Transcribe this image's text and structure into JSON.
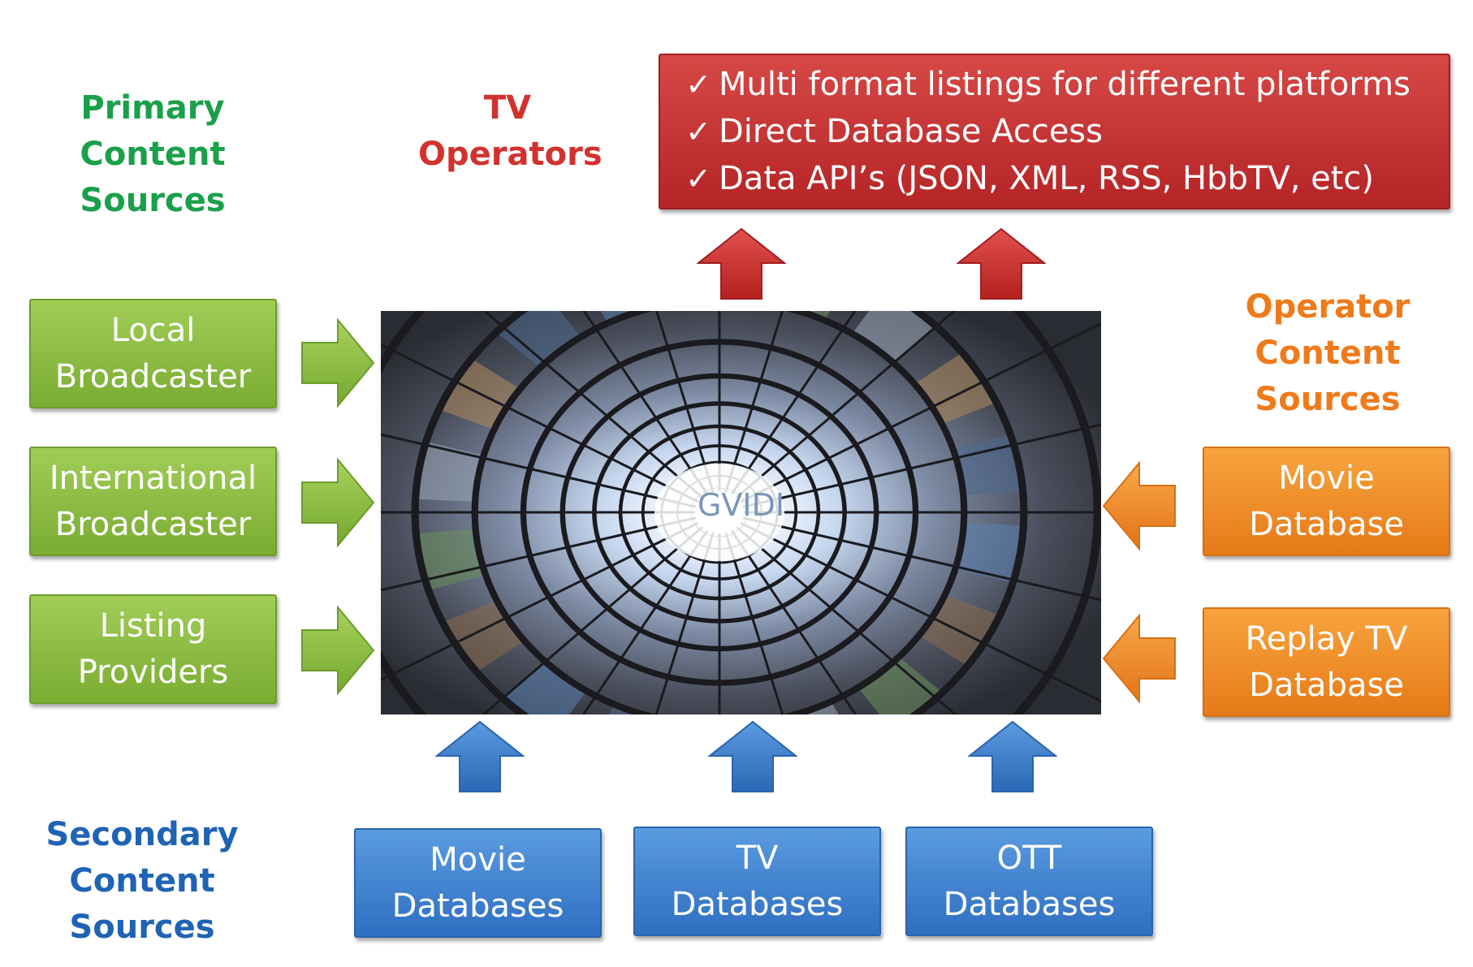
{
  "headings": {
    "primary": [
      "Primary",
      "Content",
      "Sources"
    ],
    "tv_operators": [
      "TV",
      "Operators"
    ],
    "operator_sources": [
      "Operator",
      "Content",
      "Sources"
    ],
    "secondary": [
      "Secondary",
      "Content",
      "Sources"
    ]
  },
  "output_box": {
    "items": [
      "Multi format listings for different platforms",
      "Direct Database Access",
      "Data API’s (JSON, XML, RSS, HbbTV, etc)"
    ]
  },
  "primary_boxes": [
    [
      "Local",
      "Broadcaster"
    ],
    [
      "International",
      "Broadcaster"
    ],
    [
      "Listing",
      "Providers"
    ]
  ],
  "operator_boxes": [
    [
      "Movie",
      "Database"
    ],
    [
      "Replay TV",
      "Database"
    ]
  ],
  "secondary_boxes": [
    [
      "Movie",
      "Databases"
    ],
    [
      "TV",
      "Databases"
    ],
    [
      "OTT",
      "Databases"
    ]
  ],
  "center": {
    "label": "GVIDI"
  },
  "colors": {
    "green": "#1aa04a",
    "red": "#d2322d",
    "orange": "#ef7a1a",
    "blue": "#1f63b4"
  }
}
